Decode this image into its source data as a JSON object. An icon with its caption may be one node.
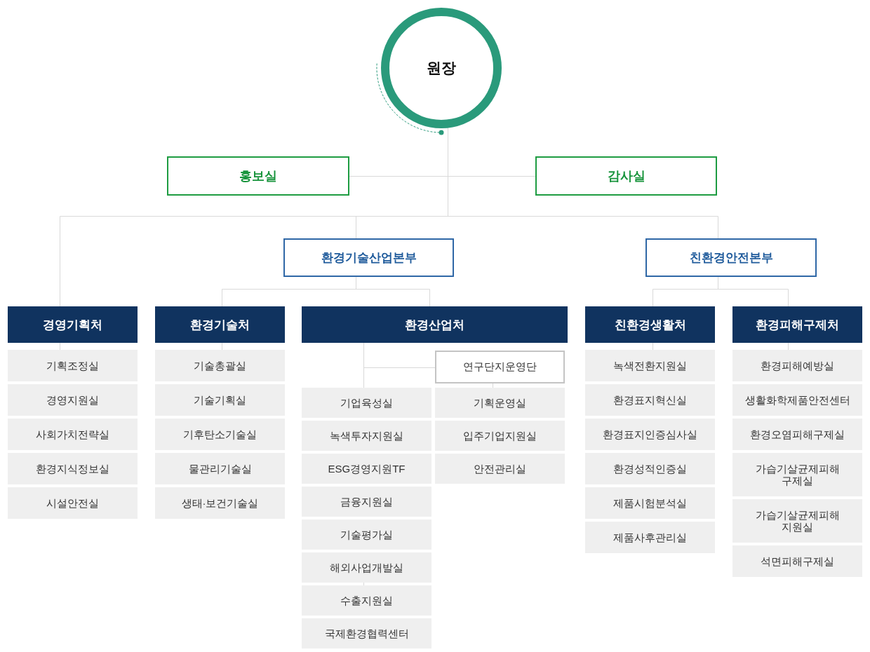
{
  "diagram": {
    "nodes": [
      {
        "text": [
          "원장"
        ]
      },
      {
        "text": [
          "홍보실"
        ]
      },
      {
        "text": [
          "감사실"
        ]
      },
      {
        "text": [
          "환경기술산업본부"
        ]
      },
      {
        "text": [
          "친환경안전본부"
        ]
      },
      {
        "text": [
          "경영기획처"
        ]
      },
      {
        "text": [
          "기획조정실"
        ]
      },
      {
        "text": [
          "경영지원실"
        ]
      },
      {
        "text": [
          "사회가치전략실"
        ]
      },
      {
        "text": [
          "환경지식정보실"
        ]
      },
      {
        "text": [
          "시설안전실"
        ]
      },
      {
        "text": [
          "환경기술처"
        ]
      },
      {
        "text": [
          "기술총괄실"
        ]
      },
      {
        "text": [
          "기술기획실"
        ]
      },
      {
        "text": [
          "기후탄소기술실"
        ]
      },
      {
        "text": [
          "물관리기술실"
        ]
      },
      {
        "text": [
          "생태·보건기술실"
        ]
      },
      {
        "text": [
          "환경산업처"
        ]
      },
      {
        "text": [
          "연구단지운영단"
        ]
      },
      {
        "text": [
          "기업육성실"
        ]
      },
      {
        "text": [
          "녹색투자지원실"
        ]
      },
      {
        "text": [
          "ESG경영지원TF"
        ]
      },
      {
        "text": [
          "금융지원실"
        ]
      },
      {
        "text": [
          "기술평가실"
        ]
      },
      {
        "text": [
          "해외사업개발실"
        ]
      },
      {
        "text": [
          "수출지원실"
        ]
      },
      {
        "text": [
          "국제환경협력센터"
        ]
      },
      {
        "text": [
          "기획운영실"
        ]
      },
      {
        "text": [
          "입주기업지원실"
        ]
      },
      {
        "text": [
          "안전관리실"
        ]
      },
      {
        "text": [
          "친환경생활처"
        ]
      },
      {
        "text": [
          "녹색전환지원실"
        ]
      },
      {
        "text": [
          "환경표지혁신실"
        ]
      },
      {
        "text": [
          "환경표지인증심사실"
        ]
      },
      {
        "text": [
          "환경성적인증실"
        ]
      },
      {
        "text": [
          "제품시험분석실"
        ]
      },
      {
        "text": [
          "제품사후관리실"
        ]
      },
      {
        "text": [
          "환경피해구제처"
        ]
      },
      {
        "text": [
          "환경피해예방실"
        ]
      },
      {
        "text": [
          "생활화학제품안전센터"
        ]
      },
      {
        "text": [
          "환경오염피해구제실"
        ]
      },
      {
        "text": [
          "가습기살균제피해 구제실"
        ]
      },
      {
        "text": [
          "가습기살균제피해 지원실"
        ]
      },
      {
        "text": [
          "석면피해구제실"
        ]
      }
    ],
    "edges": [
      {
        "from": 0,
        "to": 1,
        "arrow": "none"
      },
      {
        "from": 0,
        "to": 2,
        "arrow": "none"
      },
      {
        "from": 0,
        "to": 5,
        "arrow": "none"
      },
      {
        "from": 0,
        "to": 3,
        "arrow": "none"
      },
      {
        "from": 0,
        "to": 4,
        "arrow": "none"
      },
      {
        "from": 3,
        "to": 11,
        "arrow": "none"
      },
      {
        "from": 3,
        "to": 17,
        "arrow": "none"
      },
      {
        "from": 4,
        "to": 30,
        "arrow": "none"
      },
      {
        "from": 4,
        "to": 37,
        "arrow": "none"
      },
      {
        "from": 5,
        "to": 6,
        "arrow": "none"
      },
      {
        "from": 11,
        "to": 12,
        "arrow": "none"
      },
      {
        "from": 17,
        "to": 19,
        "arrow": "none"
      },
      {
        "from": 17,
        "to": 18,
        "arrow": "none"
      },
      {
        "from": 18,
        "to": 27,
        "arrow": "none"
      },
      {
        "from": 24,
        "to": 25,
        "arrow": "none"
      },
      {
        "from": 30,
        "to": 31,
        "arrow": "none"
      },
      {
        "from": 37,
        "to": 38,
        "arrow": "none"
      }
    ]
  }
}
